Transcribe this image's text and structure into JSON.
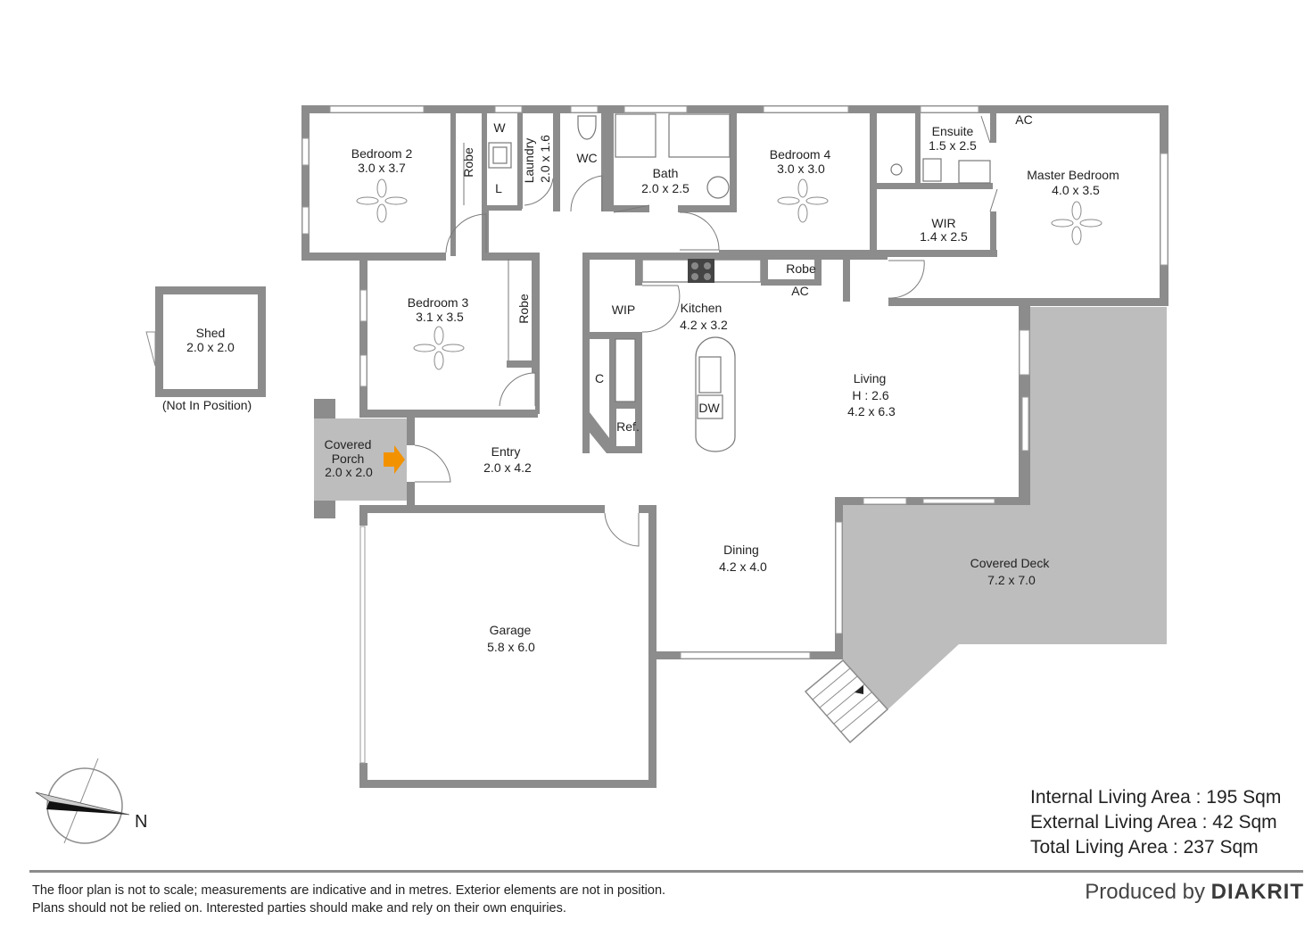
{
  "rooms": {
    "bedroom2": {
      "name": "Bedroom 2",
      "dims": "3.0 x 3.7"
    },
    "robe_b2": {
      "name": "Robe"
    },
    "laundry_w": {
      "name": "W"
    },
    "laundry_l": {
      "name": "L"
    },
    "laundry": {
      "name": "Laundry",
      "dims": "2.0 x 1.6"
    },
    "wc": {
      "name": "WC"
    },
    "bath": {
      "name": "Bath",
      "dims": "2.0 x 2.5"
    },
    "bedroom4": {
      "name": "Bedroom 4",
      "dims": "3.0 x 3.0"
    },
    "ensuite": {
      "name": "Ensuite",
      "dims": "1.5 x 2.5"
    },
    "ac_master": {
      "name": "AC"
    },
    "master": {
      "name": "Master Bedroom",
      "dims": "4.0 x 3.5"
    },
    "wir": {
      "name": "WIR",
      "dims": "1.4 x 2.5"
    },
    "robe_b4": {
      "name": "Robe"
    },
    "ac_kitchen": {
      "name": "AC"
    },
    "bedroom3": {
      "name": "Bedroom 3",
      "dims": "3.1 x 3.5"
    },
    "robe_b3": {
      "name": "Robe"
    },
    "wip": {
      "name": "WIP"
    },
    "kitchen": {
      "name": "Kitchen",
      "dims": "4.2 x 3.2"
    },
    "cupboard": {
      "name": "C"
    },
    "fridge": {
      "name": "Ref."
    },
    "dishwasher": {
      "name": "DW"
    },
    "living": {
      "name": "Living",
      "height": "H : 2.6",
      "dims": "4.2 x 6.3"
    },
    "shed": {
      "name": "Shed",
      "dims": "2.0 x 2.0",
      "note": "(Not In Position)"
    },
    "porch": {
      "name_line1": "Covered",
      "name_line2": "Porch",
      "dims": "2.0 x 2.0"
    },
    "entry": {
      "name": "Entry",
      "dims": "2.0 x 4.2"
    },
    "dining": {
      "name": "Dining",
      "dims": "4.2 x 4.0"
    },
    "garage": {
      "name": "Garage",
      "dims": "5.8 x 6.0"
    },
    "deck": {
      "name": "Covered Deck",
      "dims": "7.2 x 7.0"
    }
  },
  "compass": {
    "label": "N"
  },
  "areas": {
    "internal": "Internal Living Area : 195 Sqm",
    "external": "External Living Area : 42 Sqm",
    "total": "Total Living Area : 237 Sqm"
  },
  "disclaimer": {
    "line1": "The floor plan is not to scale; measurements are indicative and in metres. Exterior elements are not in position.",
    "line2": "Plans should not be relied on. Interested parties should make and rely on their own enquiries."
  },
  "credit": {
    "prefix": "Produced by",
    "brand": "DIAKRIT"
  },
  "colors": {
    "wall": "#8c8c8c",
    "outdoor": "#bdbdbd",
    "entry_arrow": "#f39200"
  }
}
